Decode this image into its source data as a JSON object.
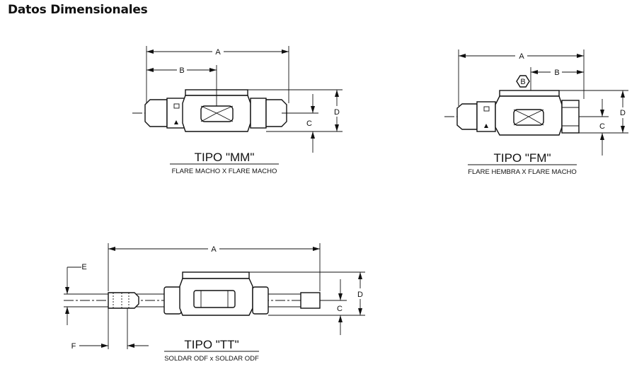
{
  "page_title": "Datos Dimensionales",
  "diagrams": [
    {
      "id": "mm",
      "title": "TIPO \"MM\"",
      "subtitle": "FLARE MACHO X FLARE MACHO",
      "dims": {
        "a": "A",
        "b": "B",
        "c": "C",
        "d": "D"
      }
    },
    {
      "id": "fm",
      "title": "TIPO \"FM\"",
      "subtitle": "FLARE HEMBRA X FLARE MACHO",
      "dims": {
        "a": "A",
        "b": "B",
        "b_hex": "B",
        "c": "C",
        "d": "D"
      }
    },
    {
      "id": "tt",
      "title": "TIPO \"TT\"",
      "subtitle": "SOLDAR ODF x SOLDAR ODF",
      "dims": {
        "a": "A",
        "c": "C",
        "d": "D",
        "e": "E",
        "f": "F"
      }
    }
  ]
}
